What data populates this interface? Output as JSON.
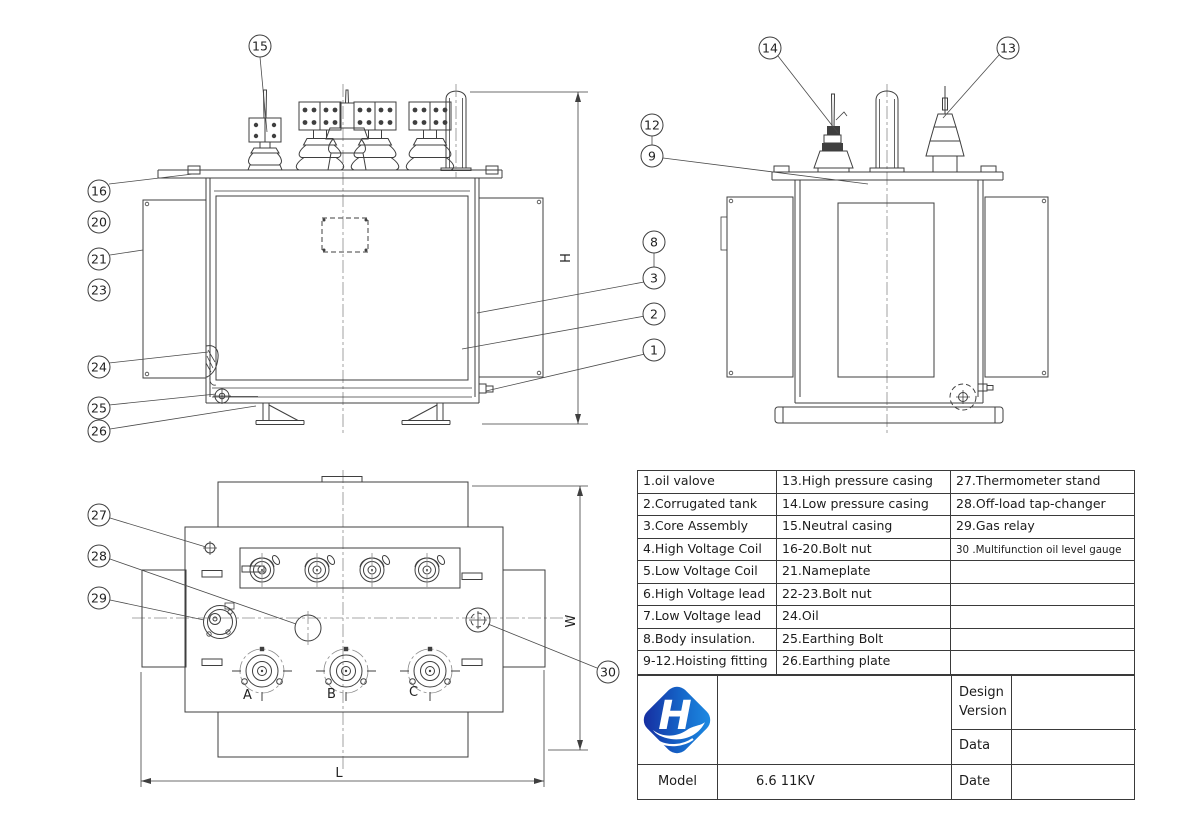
{
  "parts_table": {
    "columns": [
      [
        "1.oil valove",
        "2.Corrugated tank",
        "3.Core Assembly",
        "4.High Voltage Coil",
        "5.Low Voltage Coil",
        "6.High Voltage lead",
        "7.Low Voltage lead",
        "8.Body insulation.",
        "9-12.Hoisting fitting"
      ],
      [
        "13.High pressure casing",
        "14.Low pressure casing",
        "15.Neutral casing",
        "16-20.Bolt nut",
        "21.Nameplate",
        "22-23.Bolt nut",
        "24.Oil",
        "25.Earthing Bolt",
        "26.Earthing plate"
      ],
      [
        "27.Thermometer stand",
        "28.Off-load tap-changer",
        "29.Gas relay",
        "30 .Multifunction oil level gauge",
        "",
        "",
        "",
        "",
        ""
      ]
    ]
  },
  "title_block": {
    "design_label": "Design",
    "version_label": "Version",
    "data_label": "Data",
    "date_label": "Date",
    "model_label": "Model",
    "model_value": "6.6 11KV",
    "logo_letter": "H"
  },
  "callouts": {
    "n1": "1",
    "n2": "2",
    "n3": "3",
    "n8": "8",
    "n9": "9",
    "n12": "12",
    "n13": "13",
    "n14": "14",
    "n15": "15",
    "n16": "16",
    "n20": "20",
    "n21": "21",
    "n23": "23",
    "n24": "24",
    "n25": "25",
    "n26": "26",
    "n27": "27",
    "n28": "28",
    "n29": "29",
    "n30": "30"
  },
  "dimensions": {
    "height": "H",
    "length": "L",
    "width": "W"
  },
  "phase_labels": {
    "a": "A",
    "b": "B",
    "c": "C"
  }
}
